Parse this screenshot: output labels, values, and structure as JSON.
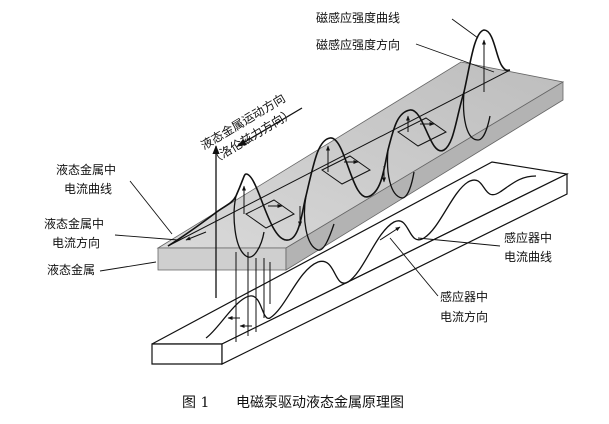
{
  "labels": {
    "mag_curve": "磁感应强度曲线",
    "mag_dir": "磁感应强度方向",
    "motion_dir_1": "液态金属运动方向",
    "motion_dir_2": "（洛伦兹力方向）",
    "metal_curve_1": "液态金属中",
    "metal_curve_2": "电流曲线",
    "metal_dir_1": "液态金属中",
    "metal_dir_2": "电流方向",
    "metal": "液态金属",
    "inductor_curve_1": "感应器中",
    "inductor_curve_2": "电流曲线",
    "inductor_dir_1": "感应器中",
    "inductor_dir_2": "电流方向"
  },
  "caption": {
    "number": "图 1",
    "title": "电磁泵驱动液态金属原理图"
  }
}
